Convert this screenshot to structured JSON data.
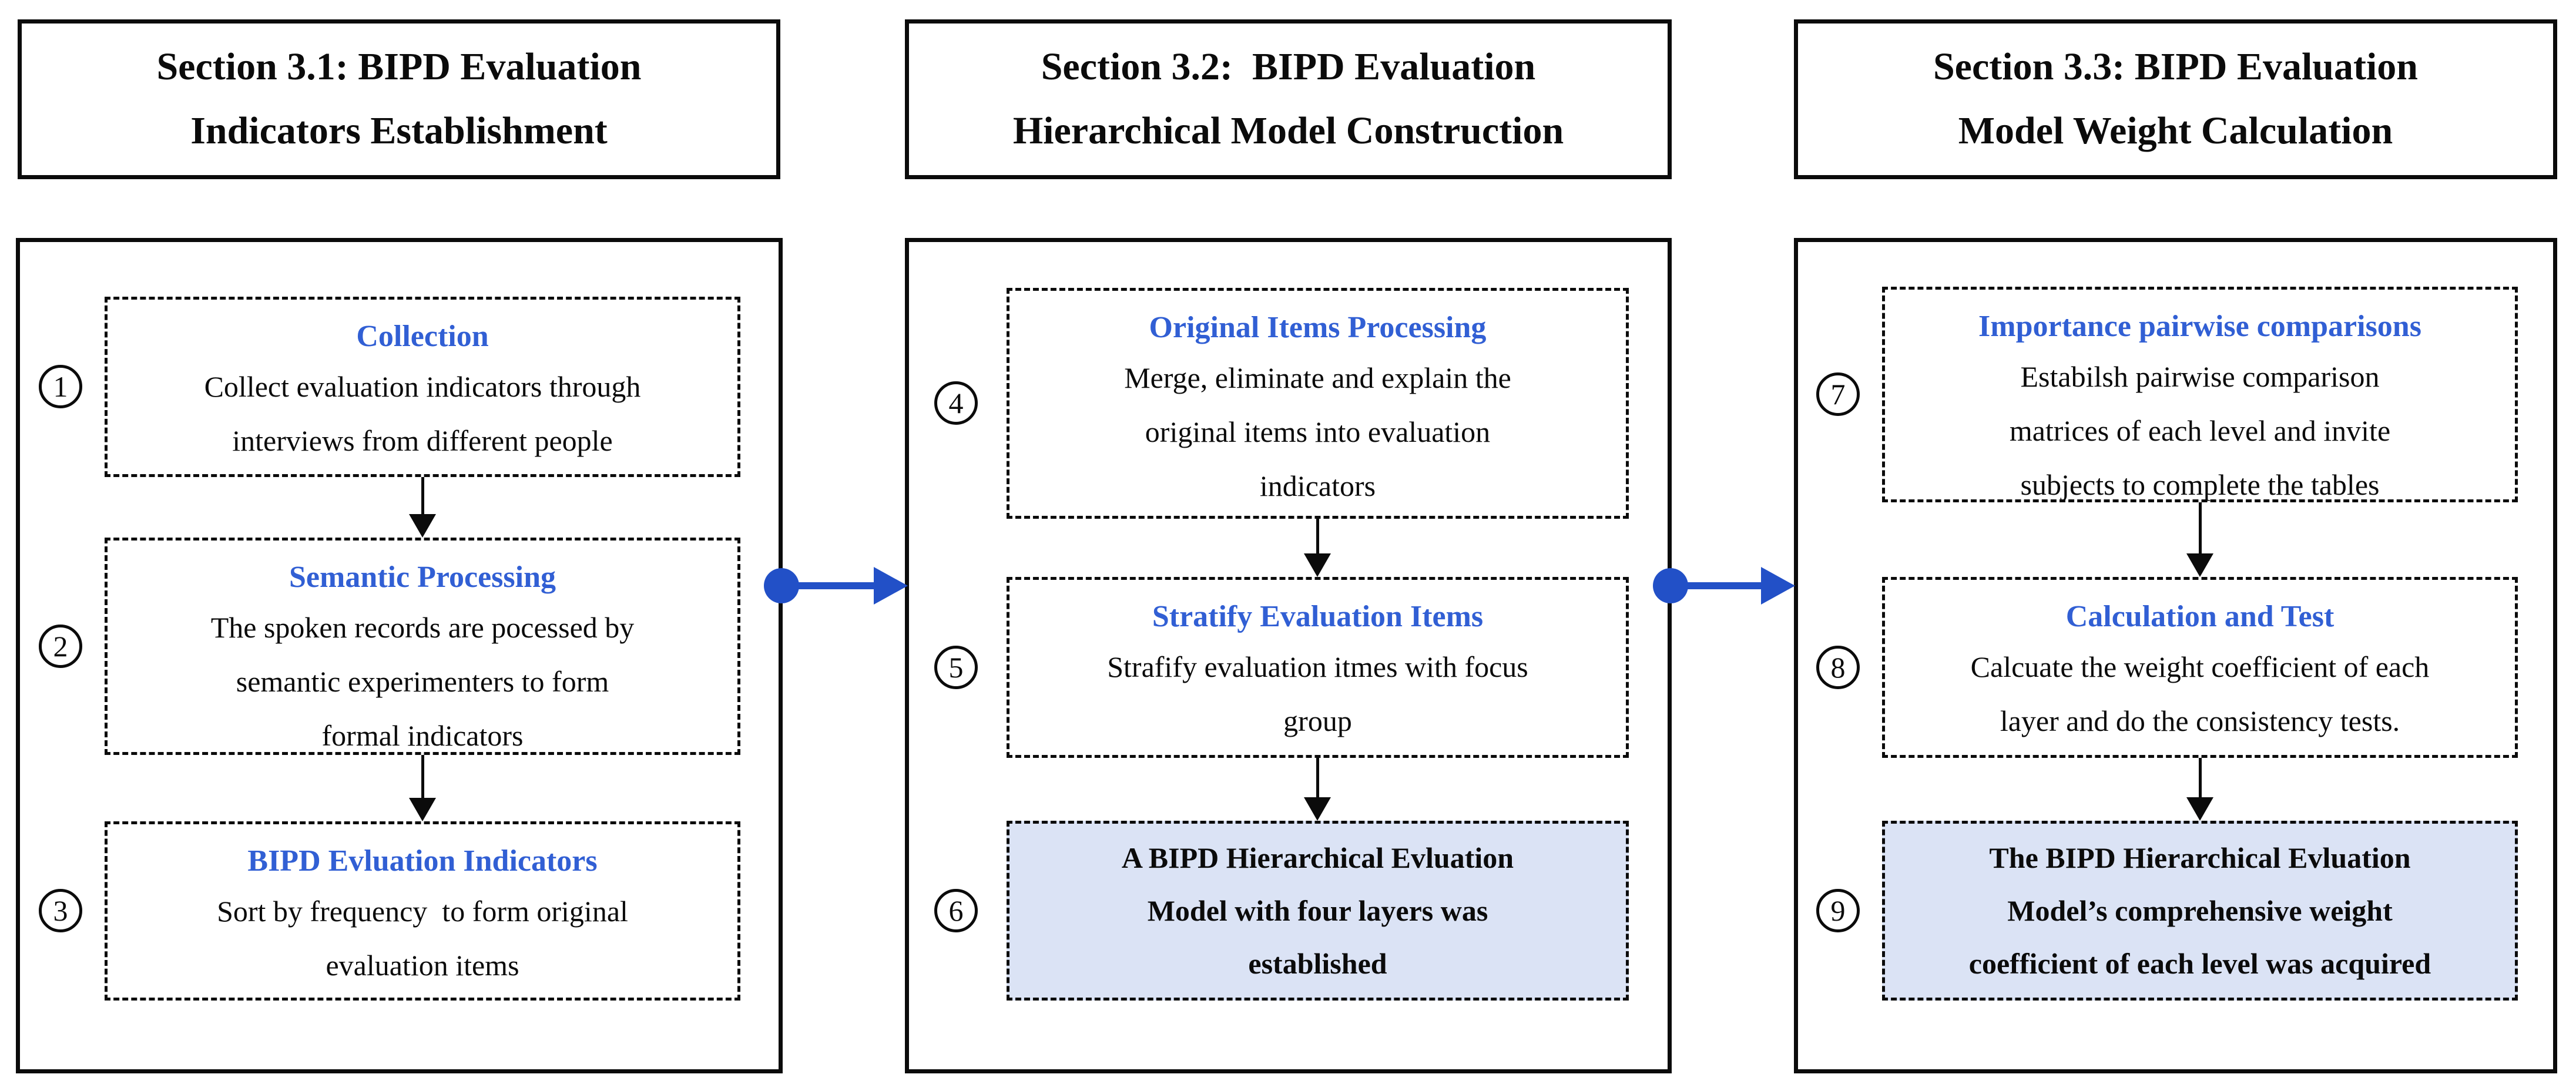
{
  "figure": {
    "description": "BIPD evaluation model construction flowchart with three sections"
  },
  "headers": [
    {
      "text": "Section 3.1: BIPD Evaluation\nIndicators Establishment"
    },
    {
      "text": "Section 3.2:  BIPD Evaluation\nHierarchical Model Construction"
    },
    {
      "text": "Section 3.3: BIPD Evaluation\nModel Weight Calculation"
    }
  ],
  "steps": [
    {
      "number": "1",
      "title": "Collection",
      "body": "Collect evaluation indicators through\ninterviews from different people"
    },
    {
      "number": "2",
      "title": "Semantic Processing",
      "body": "The spoken records are pocessed by\nsemantic experimenters to form\nformal indicators"
    },
    {
      "number": "3",
      "title": "BIPD Evluation Indicators",
      "body": "Sort by frequency  to form original\nevaluation items"
    },
    {
      "number": "4",
      "title": "Original Items Processing",
      "body": "Merge, eliminate and explain the\noriginal items into evaluation\nindicators"
    },
    {
      "number": "5",
      "title": "Stratify Evaluation Items",
      "body": "Strafify evaluation itmes with focus\ngroup"
    },
    {
      "number": "6",
      "title": "",
      "body": "A BIPD Hierarchical Evluation\nModel with four layers was\nestablished"
    },
    {
      "number": "7",
      "title": "Importance pairwise comparisons",
      "body": "Estabilsh pairwise comparison\nmatrices of each level and invite\nsubjects to complete the tables"
    },
    {
      "number": "8",
      "title": "Calculation and Test",
      "body": "Calcuate the weight coefficient of each\nlayer and do the consistency tests."
    },
    {
      "number": "9",
      "title": "",
      "body": "The BIPD Hierarchical Evluation\nModel’s comprehensive weight\ncoefficient of each level was acquired"
    }
  ],
  "colors": {
    "title_blue": "#315fd4",
    "connector_blue": "#2250c7",
    "highlight_fill": "#dbe3f5",
    "line_black": "#0b0b0b",
    "background": "#ffffff"
  }
}
